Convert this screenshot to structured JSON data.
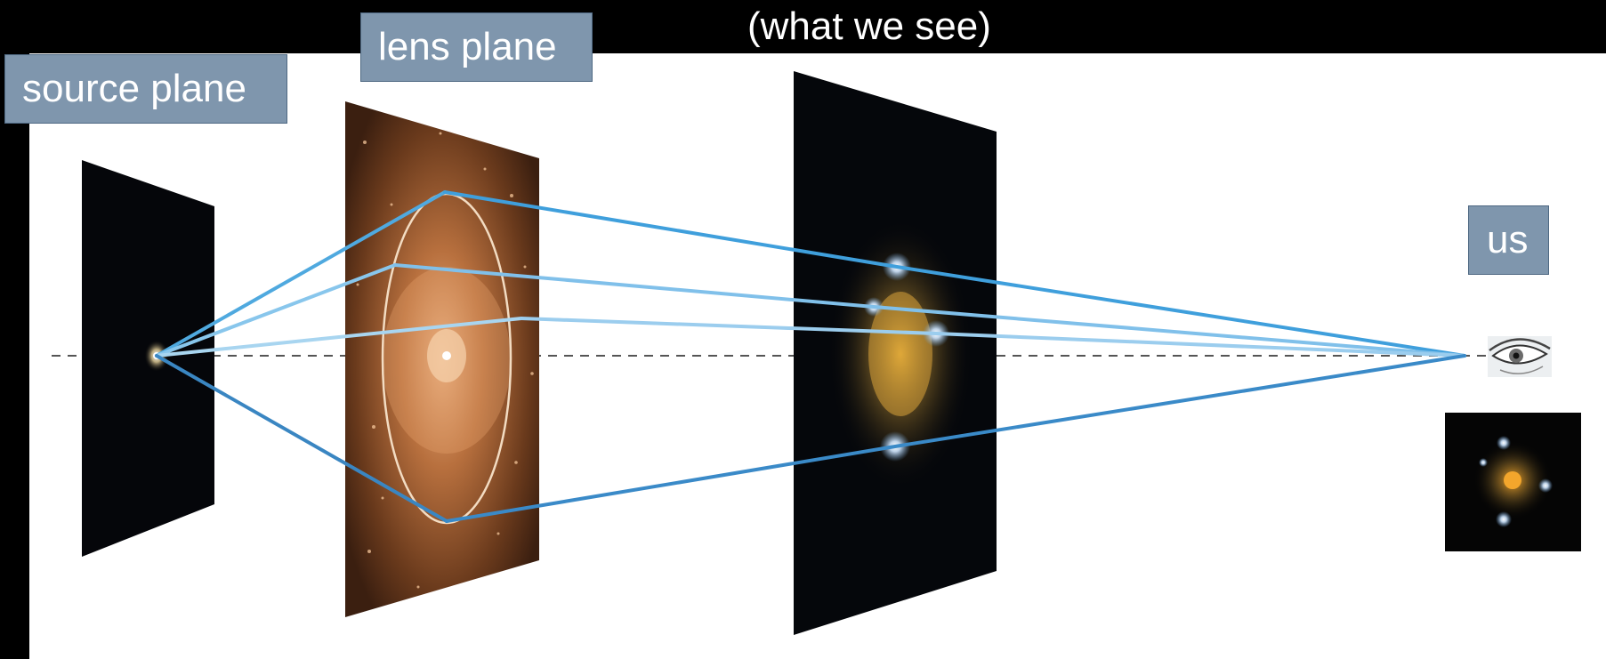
{
  "header_note": "(what we see)",
  "labels": {
    "source_plane": "source plane",
    "lens_plane": "lens plane",
    "observer": "us"
  },
  "colors": {
    "background": "#000000",
    "canvas": "#ffffff",
    "label_box": "#7f96ad",
    "ray_blue": "#3f9fdc",
    "lens_glow": "#c47a40"
  }
}
